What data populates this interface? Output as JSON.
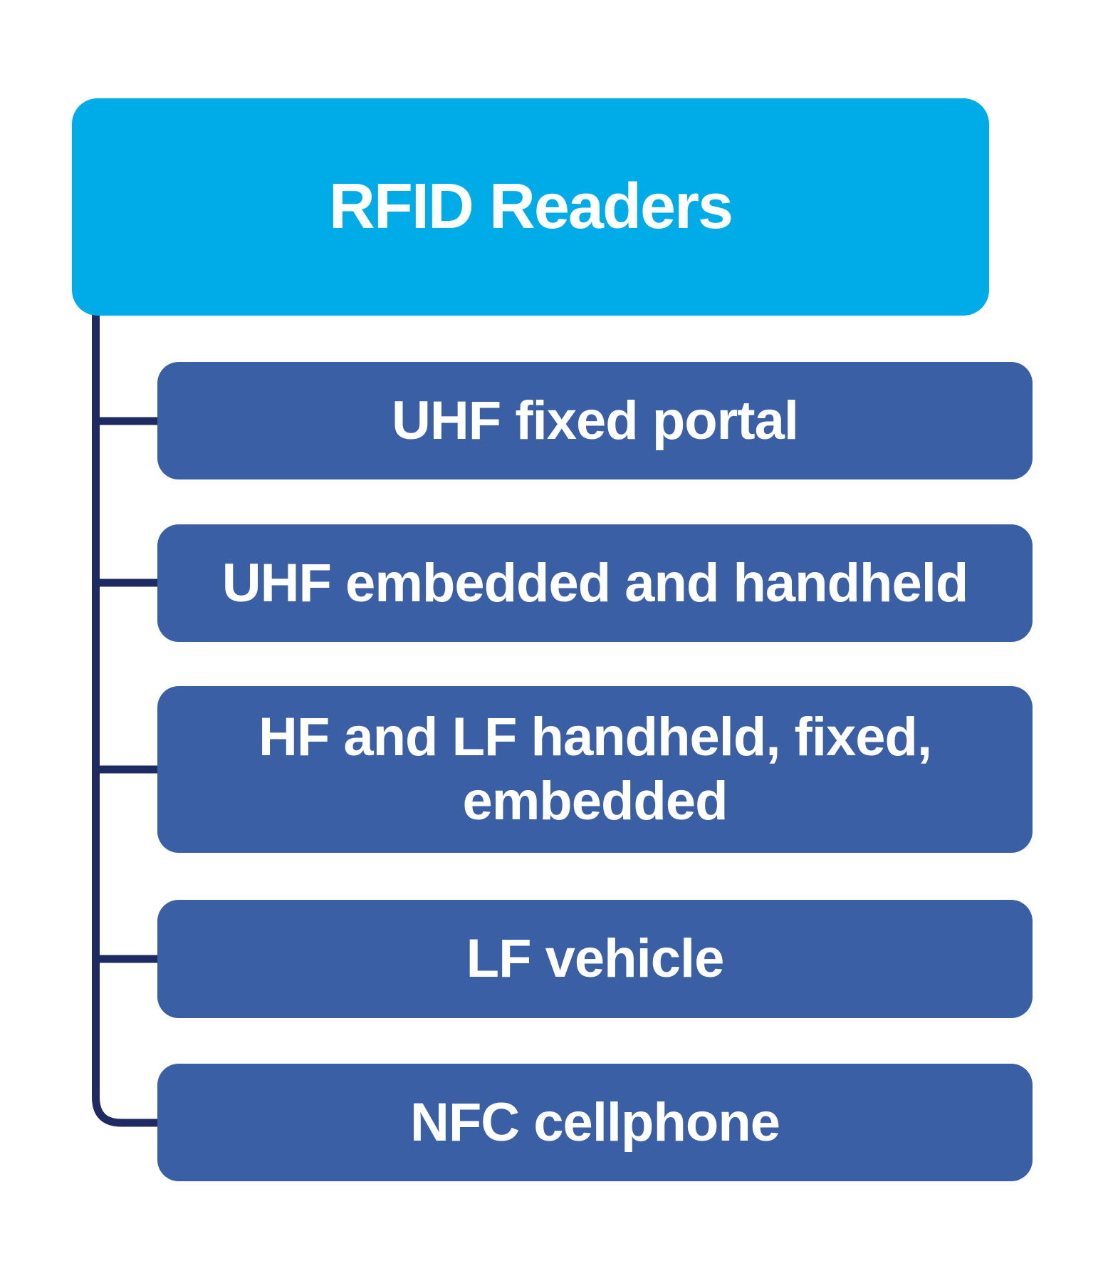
{
  "diagram": {
    "root": {
      "label": "RFID Readers"
    },
    "children": [
      {
        "label": "UHF fixed portal"
      },
      {
        "label": "UHF embedded and handheld"
      },
      {
        "label": "HF and LF handheld, fixed, embedded"
      },
      {
        "label": "LF vehicle"
      },
      {
        "label": "NFC cellphone"
      }
    ]
  },
  "colors": {
    "root-box": "#00ACE8",
    "child-box": "#3A5FA5",
    "connector": "#1E2A62",
    "text": "#FFFFFF",
    "background": "#FFFFFF"
  }
}
